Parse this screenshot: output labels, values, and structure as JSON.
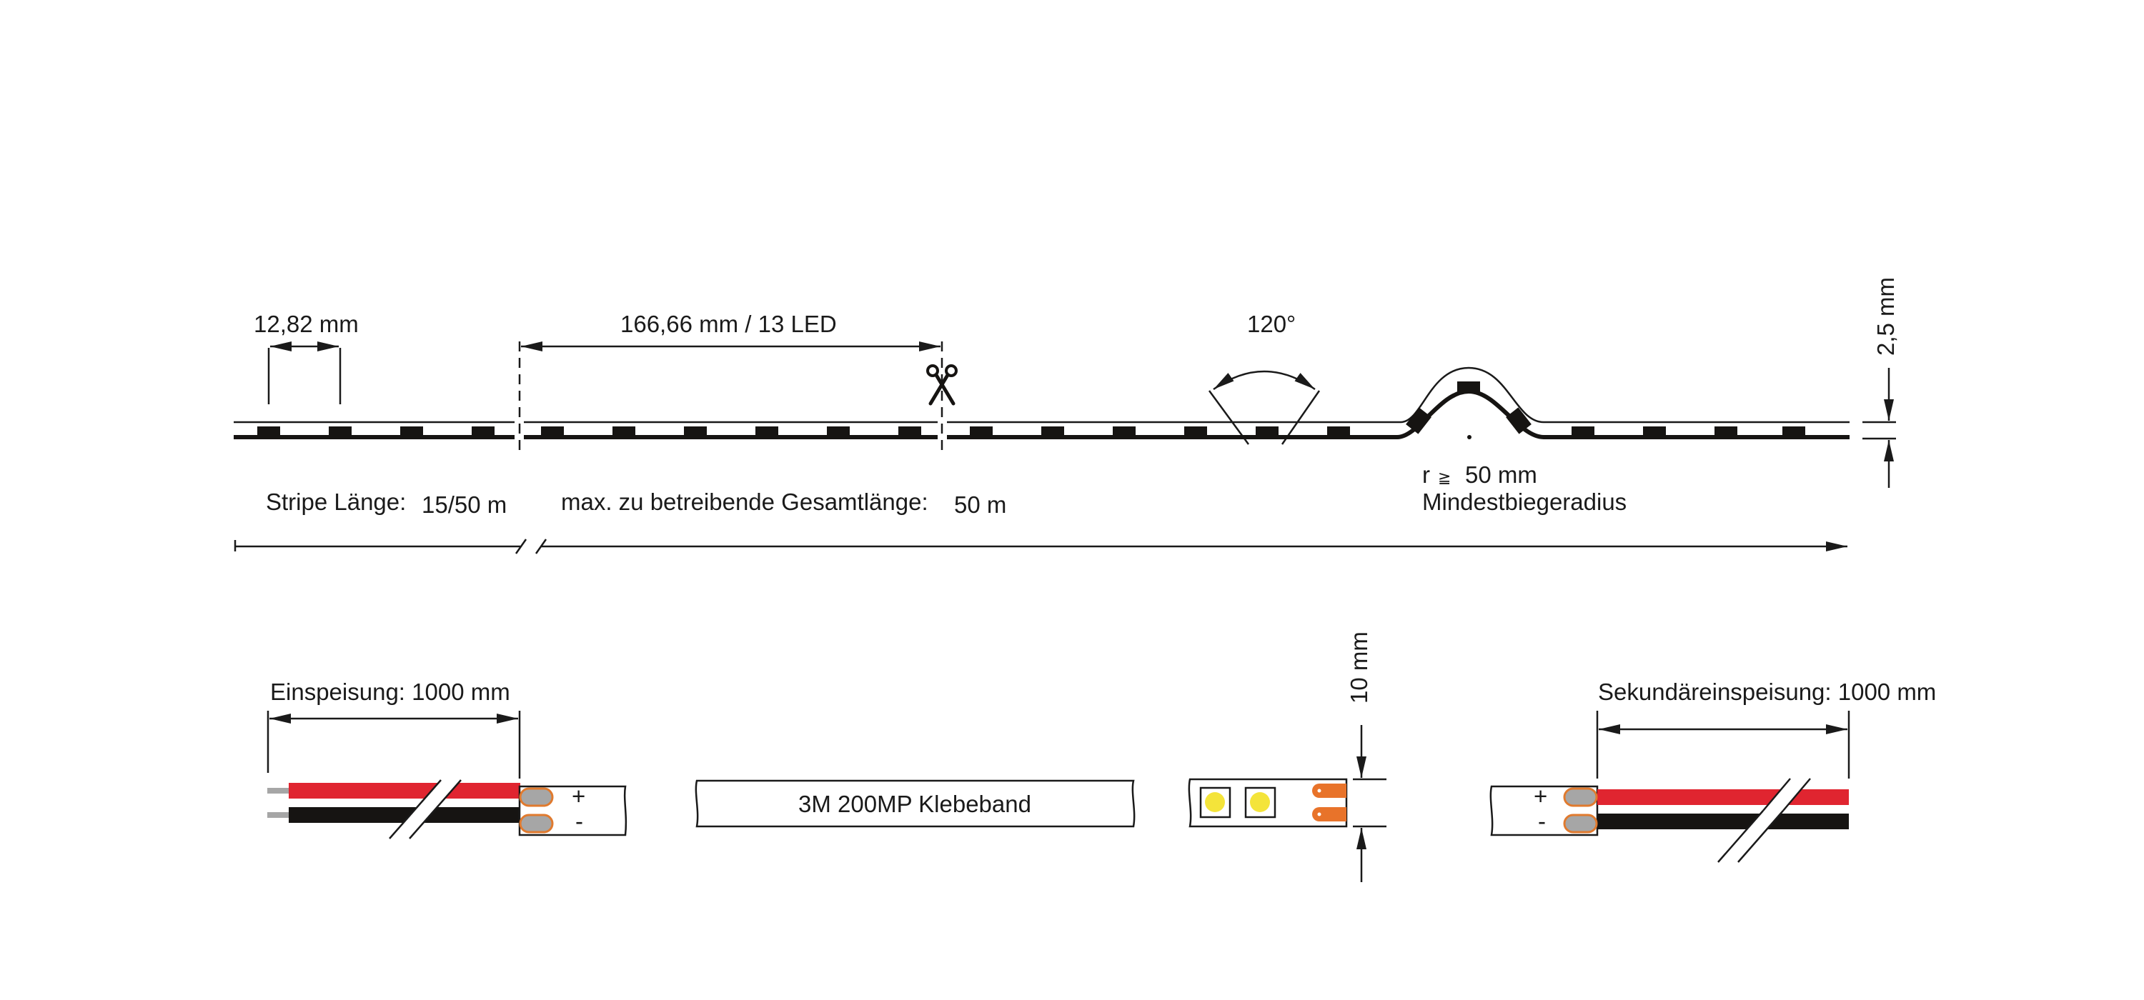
{
  "diagram": {
    "title": "LED strip technical drawing",
    "colors": {
      "line": "#1a1a1a",
      "wire_positive": "#e02530",
      "wire_negative": "#161412",
      "wire_tip": "#a6a6a6",
      "pad_solder": "#a6a6a6",
      "pad_outline": "#e07a2e",
      "pad_copper": "#e8732a",
      "led_phosphor": "#f4e43a"
    },
    "top_view": {
      "led_pitch_label": "12,82 mm",
      "segment_label": "166,66 mm / 13 LED",
      "beam_angle_label": "120°",
      "height_label": "2,5 mm",
      "cut_mark_icon": "scissors",
      "bend_radius": {
        "symbol": "r",
        "operator": "≧",
        "value": "50 mm",
        "caption": "Mindestbiegeradius"
      },
      "strip_length": {
        "label": "Stripe Länge:",
        "value": "15/50 m"
      },
      "max_length": {
        "label": "max. zu betreibende Gesamtlänge:",
        "value": "50 m"
      }
    },
    "bottom_view": {
      "feed_label": "Einspeisung: 1000 mm",
      "secondary_feed_label": "Sekundäreinspeisung: 1000 mm",
      "adhesive_label": "3M 200MP Klebeband",
      "width_label": "10 mm",
      "positive_symbol": "+",
      "negative_symbol": "-"
    }
  }
}
